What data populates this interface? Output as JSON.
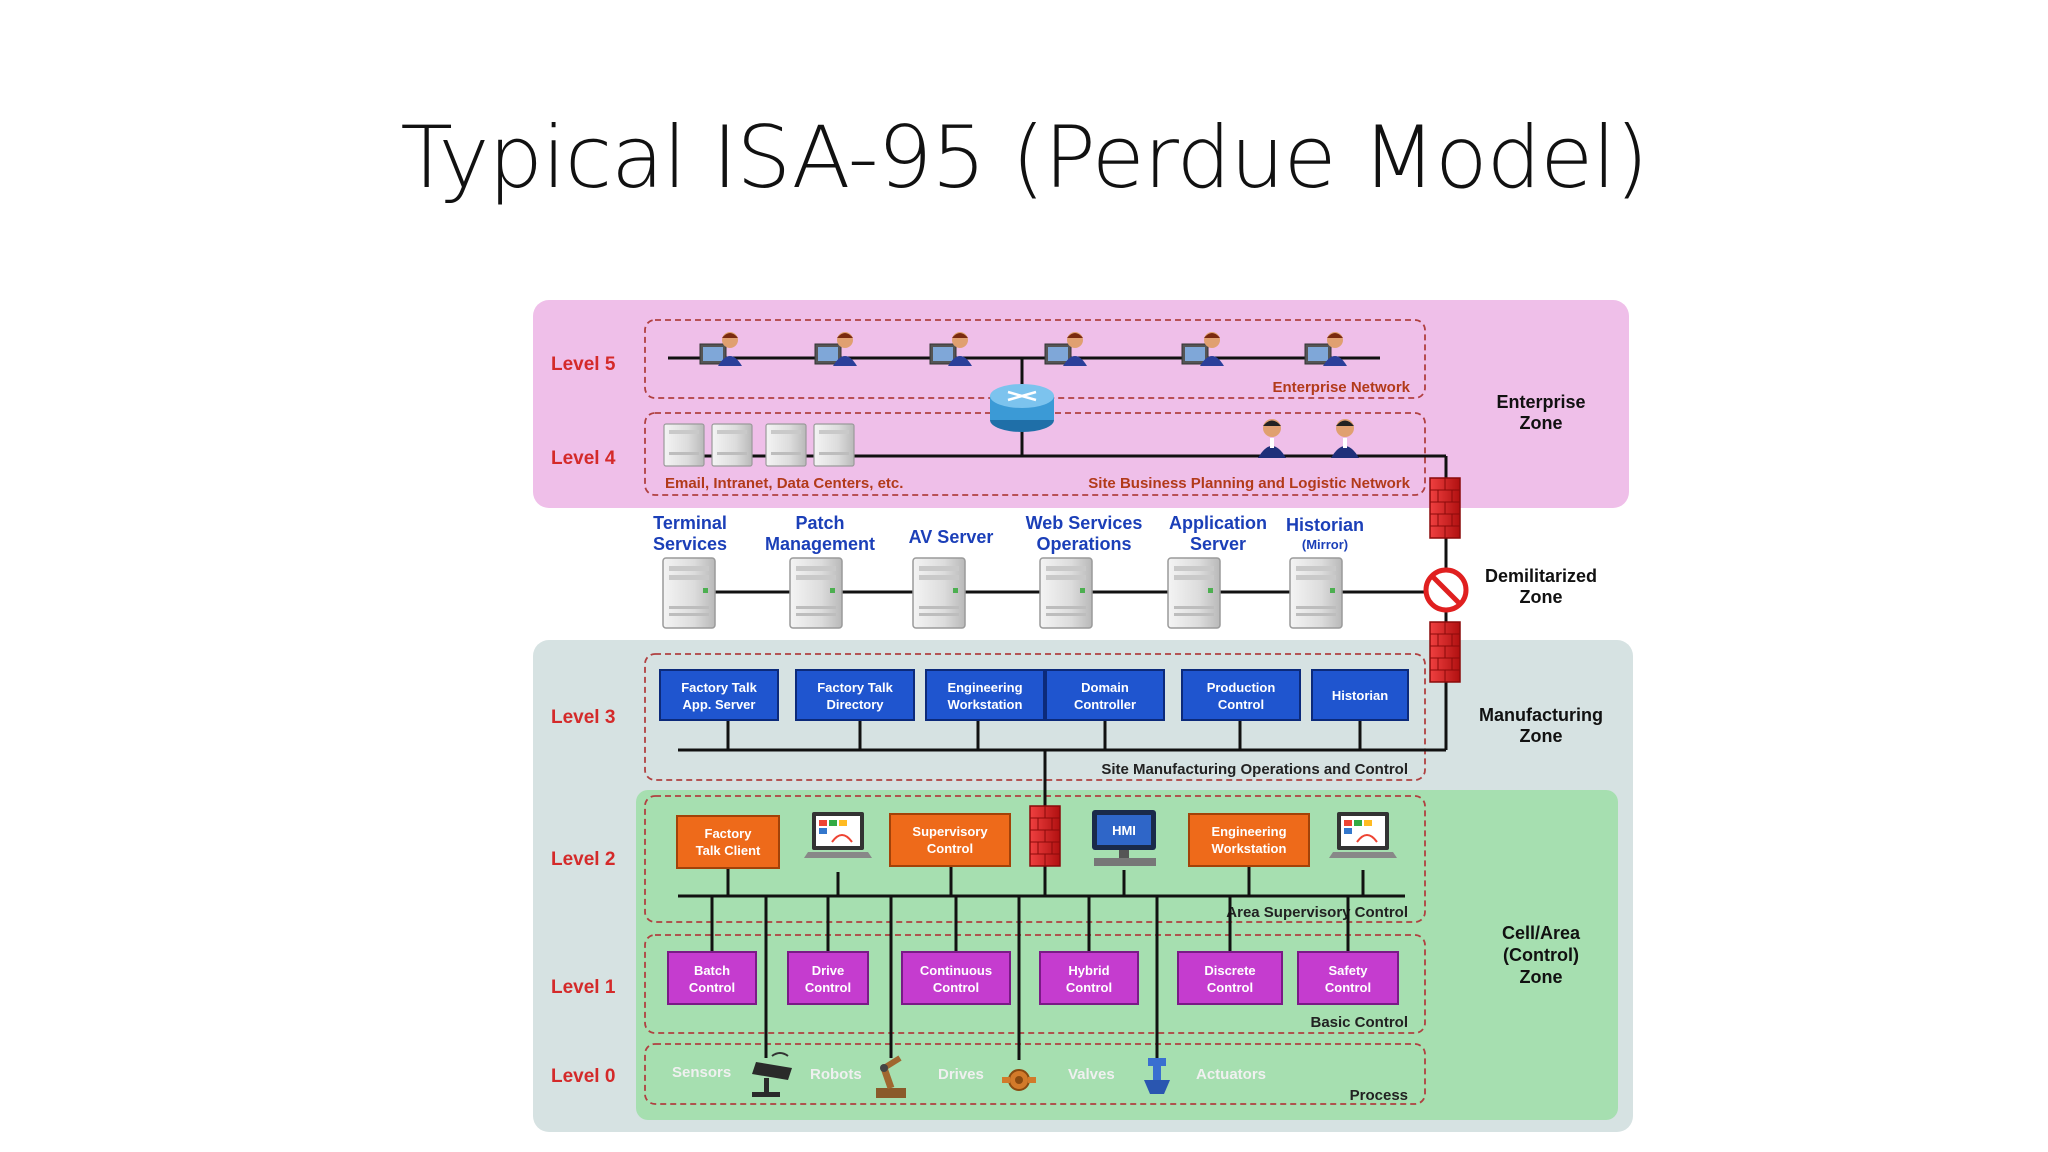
{
  "title": "Typical ISA-95 (Perdue Model)",
  "levels": {
    "l5": "Level 5",
    "l4": "Level 4",
    "l3": "Level 3",
    "l2": "Level 2",
    "l1": "Level 1",
    "l0": "Level 0"
  },
  "zones": {
    "enterprise": [
      "Enterprise",
      "Zone"
    ],
    "dmz": [
      "Demilitarized",
      "Zone"
    ],
    "manufacturing": [
      "Manufacturing",
      "Zone"
    ],
    "cell": [
      "Cell/Area",
      "(Control)",
      "Zone"
    ]
  },
  "networks": {
    "enterprise": "Enterprise Network",
    "l4_left": "Email, Intranet, Data Centers, etc.",
    "l4_right": "Site Business Planning and Logistic Network",
    "l3": "Site Manufacturing Operations and Control",
    "l2": "Area Supervisory Control",
    "l1": "Basic Control",
    "l0": "Process"
  },
  "dmz_servers": [
    {
      "l1": "Terminal",
      "l2": "Services"
    },
    {
      "l1": "Patch",
      "l2": "Management"
    },
    {
      "l1": "AV Server",
      "l2": ""
    },
    {
      "l1": "Web Services",
      "l2": "Operations"
    },
    {
      "l1": "Application",
      "l2": "Server"
    },
    {
      "l1": "Historian",
      "l2": "(Mirror)"
    }
  ],
  "level3_boxes": [
    {
      "l1": "Factory Talk",
      "l2": "App. Server"
    },
    {
      "l1": "Factory Talk",
      "l2": "Directory"
    },
    {
      "l1": "Engineering",
      "l2": "Workstation"
    },
    {
      "l1": "Domain",
      "l2": "Controller"
    },
    {
      "l1": "Production",
      "l2": "Control"
    },
    {
      "l1": "Historian",
      "l2": ""
    }
  ],
  "level2_boxes": [
    {
      "l1": "Factory",
      "l2": "Talk Client"
    },
    {
      "l1": "Supervisory",
      "l2": "Control"
    },
    {
      "l1": "Engineering",
      "l2": "Workstation"
    }
  ],
  "hmi_label": "HMI",
  "level1_boxes": [
    {
      "l1": "Batch",
      "l2": "Control"
    },
    {
      "l1": "Drive",
      "l2": "Control"
    },
    {
      "l1": "Continuous",
      "l2": "Control"
    },
    {
      "l1": "Hybrid",
      "l2": "Control"
    },
    {
      "l1": "Discrete",
      "l2": "Control"
    },
    {
      "l1": "Safety",
      "l2": "Control"
    }
  ],
  "level0_items": [
    "Sensors",
    "Robots",
    "Drives",
    "Valves",
    "Actuators"
  ],
  "colors": {
    "enterprise_bg": "#efbfe9",
    "manufacturing_bg": "#d6e2e2",
    "cell_bg": "#a6dfb0",
    "level3_box": "#1f55cf",
    "level2_box": "#ee6a1a",
    "level1_box": "#c53ccf",
    "firewall": "#e02020",
    "level_label": "#d42a2a"
  }
}
